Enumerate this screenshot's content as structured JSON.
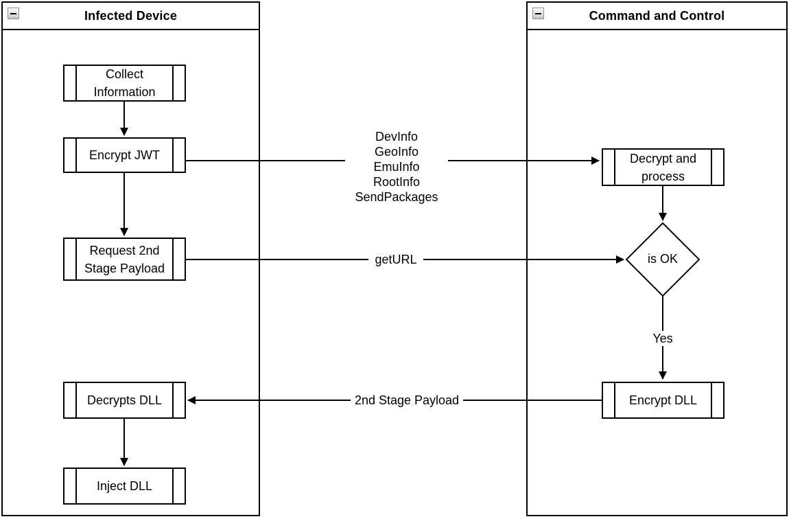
{
  "diagram": {
    "containers": [
      {
        "title": "Infected Device"
      },
      {
        "title": "Command and Control"
      }
    ],
    "nodes": {
      "collect_information": {
        "label": "Collect\nInformation"
      },
      "encrypt_jwt": {
        "label": "Encrypt JWT"
      },
      "request_2nd_stage_payload": {
        "label": "Request 2nd\nStage Payload"
      },
      "decrypts_dll": {
        "label": "Decrypts DLL"
      },
      "inject_dll": {
        "label": "Inject DLL"
      },
      "decrypt_and_process": {
        "label": "Decrypt and\nprocess"
      },
      "is_ok_decision": {
        "label": "is OK"
      },
      "encrypt_dll": {
        "label": "Encrypt DLL"
      }
    },
    "edge_labels": {
      "send_info": "DevInfo\nGeoInfo\nEmuInfo\nRootInfo\nSendPackages",
      "get_url": "getURL",
      "yes": "Yes",
      "second_stage_payload": "2nd Stage Payload"
    },
    "colors": {
      "stroke": "#000000",
      "node_fill": "#ffffff",
      "background": "#ffffff",
      "collapse_button_fill": "#d9d9d9"
    }
  }
}
